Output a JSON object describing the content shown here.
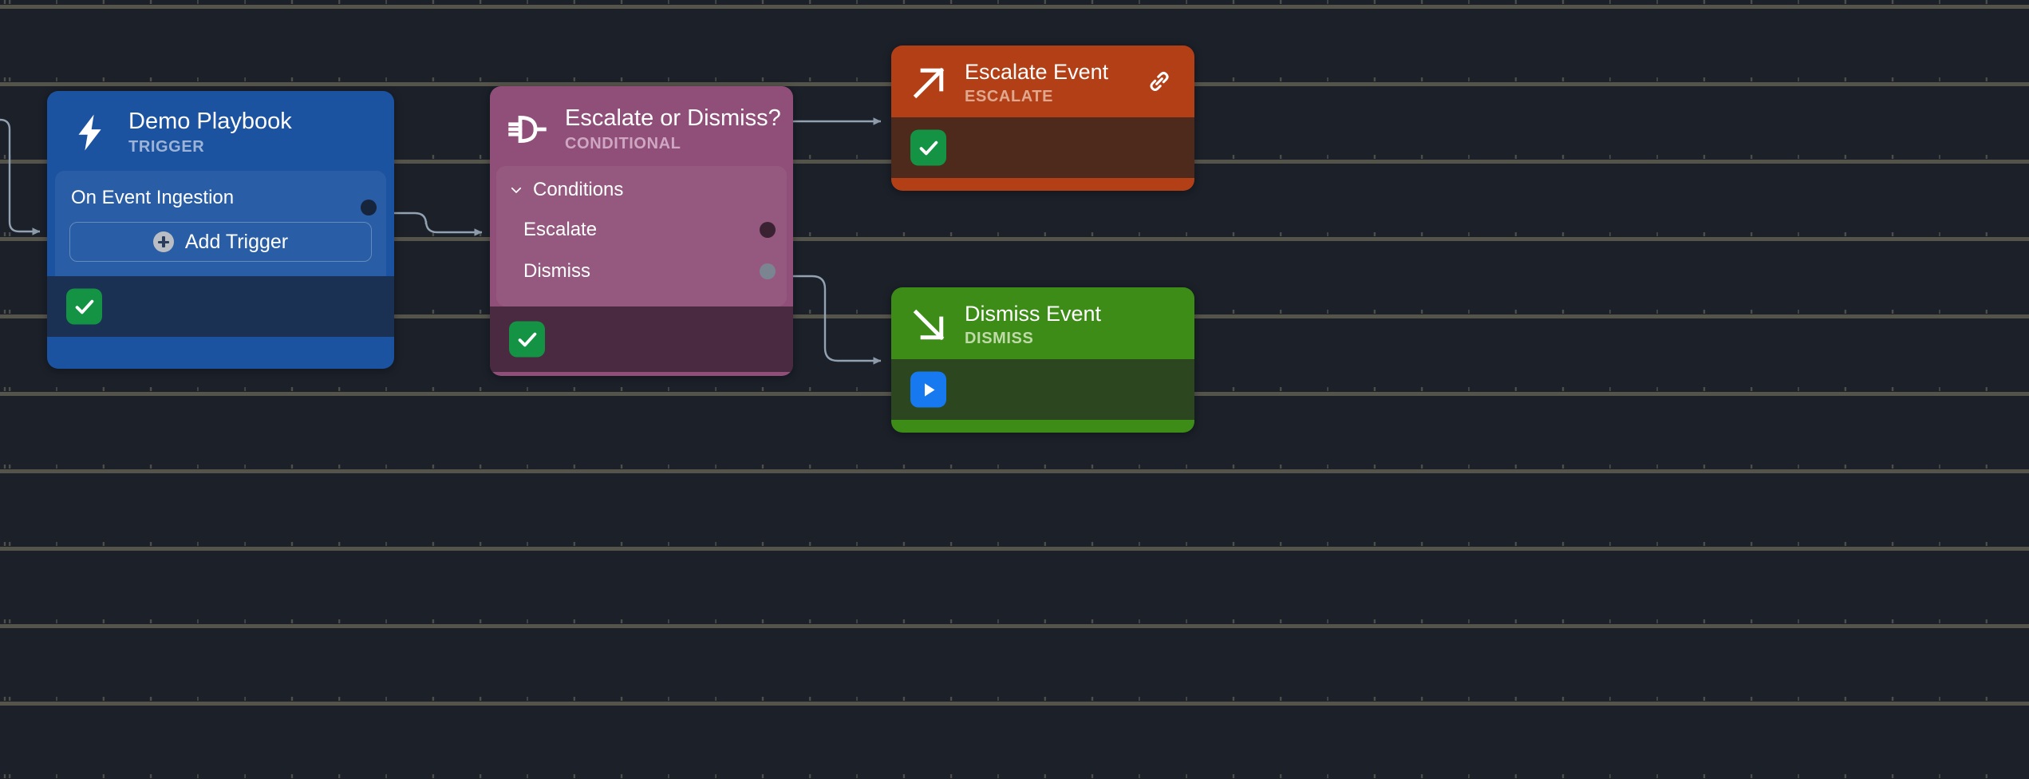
{
  "canvas": {
    "background_color": "#1b2029",
    "grid_color": "#55544a"
  },
  "nodes": [
    {
      "id": "trigger",
      "title": "Demo Playbook",
      "kind": "TRIGGER",
      "icon": "lightning-bolt-icon",
      "accent_color": "#1c53a0",
      "footer_color": "#1b3153",
      "status_badge": {
        "icon": "check-icon",
        "color": "#149344"
      },
      "panel": {
        "row_label": "On Event Ingestion",
        "add_button_label": "Add Trigger",
        "add_button_icon": "plus-circle-icon"
      }
    },
    {
      "id": "conditional",
      "title": "Escalate or Dismiss?",
      "kind": "CONDITIONAL",
      "icon": "logic-gate-icon",
      "accent_color": "#8f4f79",
      "footer_color": "#3b2736",
      "status_badge": {
        "icon": "check-icon",
        "color": "#149344"
      },
      "conditions_section": {
        "label": "Conditions",
        "chevron_icon": "chevron-down-icon",
        "expanded": true,
        "rows": [
          {
            "label": "Escalate",
            "handle_color": "#3a2233"
          },
          {
            "label": "Dismiss",
            "handle_color": "#7b8591"
          }
        ]
      }
    },
    {
      "id": "escalate",
      "title": "Escalate Event",
      "kind": "ESCALATE",
      "icon": "arrow-up-right-icon",
      "accent_color": "#b33f16",
      "footer_color": "#4d2a1c",
      "header_action_icon": "link-icon",
      "status_badge": {
        "icon": "check-icon",
        "color": "#149344"
      },
      "handle_color": "#c4491c"
    },
    {
      "id": "dismiss",
      "title": "Dismiss Event",
      "kind": "DISMISS",
      "icon": "arrow-down-right-icon",
      "accent_color": "#3d8c17",
      "footer_color": "#2c4720",
      "status_badge": {
        "icon": "play-icon",
        "color": "#1779ef"
      },
      "handle_color": "#4c9c1e"
    }
  ],
  "edges": [
    {
      "id": "edge-incoming-trigger",
      "from": "offscreen",
      "to": "trigger",
      "color": "#93a2b2"
    },
    {
      "id": "edge-trigger-conditional",
      "from": "trigger",
      "to": "conditional",
      "color": "#93a2b2"
    },
    {
      "id": "edge-escalate",
      "from": "conditional.escalate",
      "to": "escalate",
      "color": "#93a2b2"
    },
    {
      "id": "edge-dismiss",
      "from": "conditional.dismiss",
      "to": "dismiss",
      "color": "#93a2b2"
    }
  ]
}
